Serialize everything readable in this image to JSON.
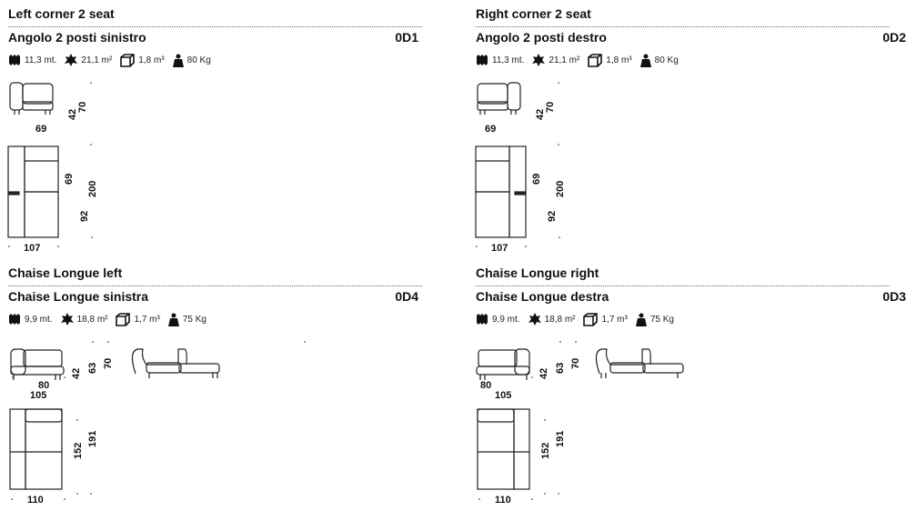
{
  "products": [
    {
      "title_en": "Left corner 2 seat",
      "title_it": "Angolo 2 posti sinistro",
      "code": "0D1",
      "specs": {
        "fabric": "11,3 mt.",
        "leather": "21,1 m²",
        "volume": "1,8 m³",
        "weight": "80 Kg"
      },
      "dims": {
        "d1": "42",
        "d2": "70",
        "d3": "69",
        "d4": "69",
        "d5": "200",
        "d6": "92",
        "d7": "107"
      }
    },
    {
      "title_en": "Right corner 2 seat",
      "title_it": "Angolo 2 posti destro",
      "code": "0D2",
      "specs": {
        "fabric": "11,3 mt.",
        "leather": "21,1 m²",
        "volume": "1,8 m³",
        "weight": "80 Kg"
      },
      "dims": {
        "d1": "42",
        "d2": "70",
        "d3": "69",
        "d4": "69",
        "d5": "200",
        "d6": "92",
        "d7": "107"
      }
    },
    {
      "title_en": "Chaise Longue left",
      "title_it": "Chaise Longue sinistra",
      "code": "0D4",
      "specs": {
        "fabric": "9,9 mt.",
        "leather": "18,8 m²",
        "volume": "1,7 m³",
        "weight": "75 Kg"
      },
      "dims": {
        "d1": "42",
        "d2": "63",
        "d3": "70",
        "d4": "80",
        "d5": "105",
        "d6": "152",
        "d7": "191",
        "d8": "110"
      }
    },
    {
      "title_en": "Chaise Longue right",
      "title_it": "Chaise Longue destra",
      "code": "0D3",
      "specs": {
        "fabric": "9,9 mt.",
        "leather": "18,8 m²",
        "volume": "1,7 m³",
        "weight": "75 Kg"
      },
      "dims": {
        "d1": "42",
        "d2": "63",
        "d3": "70",
        "d4": "80",
        "d5": "105",
        "d6": "152",
        "d7": "191",
        "d8": "110"
      }
    }
  ],
  "icons": {
    "fabric": "fabric-roll-icon",
    "leather": "leather-hide-icon",
    "volume": "package-box-icon",
    "weight": "weight-icon"
  }
}
